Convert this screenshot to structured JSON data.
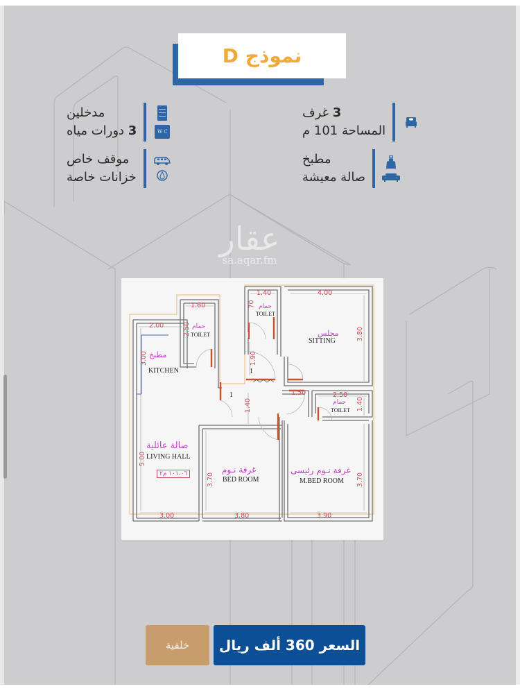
{
  "title": "نموذج D",
  "colors": {
    "background": "#cdcdcf",
    "accent_blue": "#2d65a5",
    "title_orange": "#f0a93b",
    "price_button": "#0d4f96",
    "background_button": "#c99c6b",
    "dimension_red": "#d24a5c",
    "arabic_label_magenta": "#c23ec9"
  },
  "features": {
    "right_top": {
      "icon": "bed-icon",
      "line1_number": "3",
      "line1_text": "غرف",
      "line2": "المساحة 101 م"
    },
    "right_bottom": {
      "icons": [
        "chef-apron-icon",
        "sofa-icon"
      ],
      "line1": "مطبخ",
      "line2": "صالة معيشة"
    },
    "left_top": {
      "icons": [
        "door-icon",
        "wc-icon"
      ],
      "wc_glyph": "W C",
      "line1": "مدخلين",
      "line2_number": "3",
      "line2_text": "دورات مياه"
    },
    "left_bottom": {
      "icons": [
        "car-icon",
        "water-drop-icon"
      ],
      "line1": "موقف خاص",
      "line2": "خزانات خاصة"
    }
  },
  "watermark": {
    "arabic": "عقار",
    "url": "sa.aqar.fm"
  },
  "floor_plan": {
    "rooms": [
      {
        "name": "kitchen",
        "ar": "مطبخ",
        "en": "KITCHEN",
        "dims": [
          "2.00",
          "3.00"
        ]
      },
      {
        "name": "toilet-kitchen",
        "ar": "حمام",
        "en": "TOILET",
        "dims": [
          "1.60",
          "2.50"
        ]
      },
      {
        "name": "toilet-top",
        "ar": "حمام",
        "en": "TOILET",
        "dims": [
          "1.40",
          "70"
        ]
      },
      {
        "name": "sitting",
        "ar": "مجلس",
        "en": "SITTING",
        "dims": [
          "4.00",
          "3.80"
        ]
      },
      {
        "name": "corridor",
        "dims": [
          "1.90",
          "1.40",
          "1.50"
        ]
      },
      {
        "name": "toilet-master",
        "ar": "حمام",
        "en": "TOILET",
        "dims": [
          "2.50",
          "1.40"
        ]
      },
      {
        "name": "living-hall",
        "ar": "صالة عائلية",
        "en": "LIVING  HALL",
        "dims": [
          "5.00",
          "3.00"
        ],
        "area": "١٠١،٠٦ م٢"
      },
      {
        "name": "bed-room",
        "ar": "غرفة نـوم",
        "en": "BED  ROOM",
        "dims": [
          "3.70",
          "3.80"
        ]
      },
      {
        "name": "master-bed-room",
        "ar": "غرفة نـوم رئيسى",
        "en": "M.BED  ROOM",
        "dims": [
          "3.70",
          "3.90"
        ]
      }
    ],
    "door_numbers": [
      "1",
      "1"
    ]
  },
  "buttons": {
    "price": {
      "label_prefix": "السعر",
      "amount": "360",
      "label_suffix": "ألف ريال"
    },
    "background": {
      "label": "خلفية"
    }
  }
}
